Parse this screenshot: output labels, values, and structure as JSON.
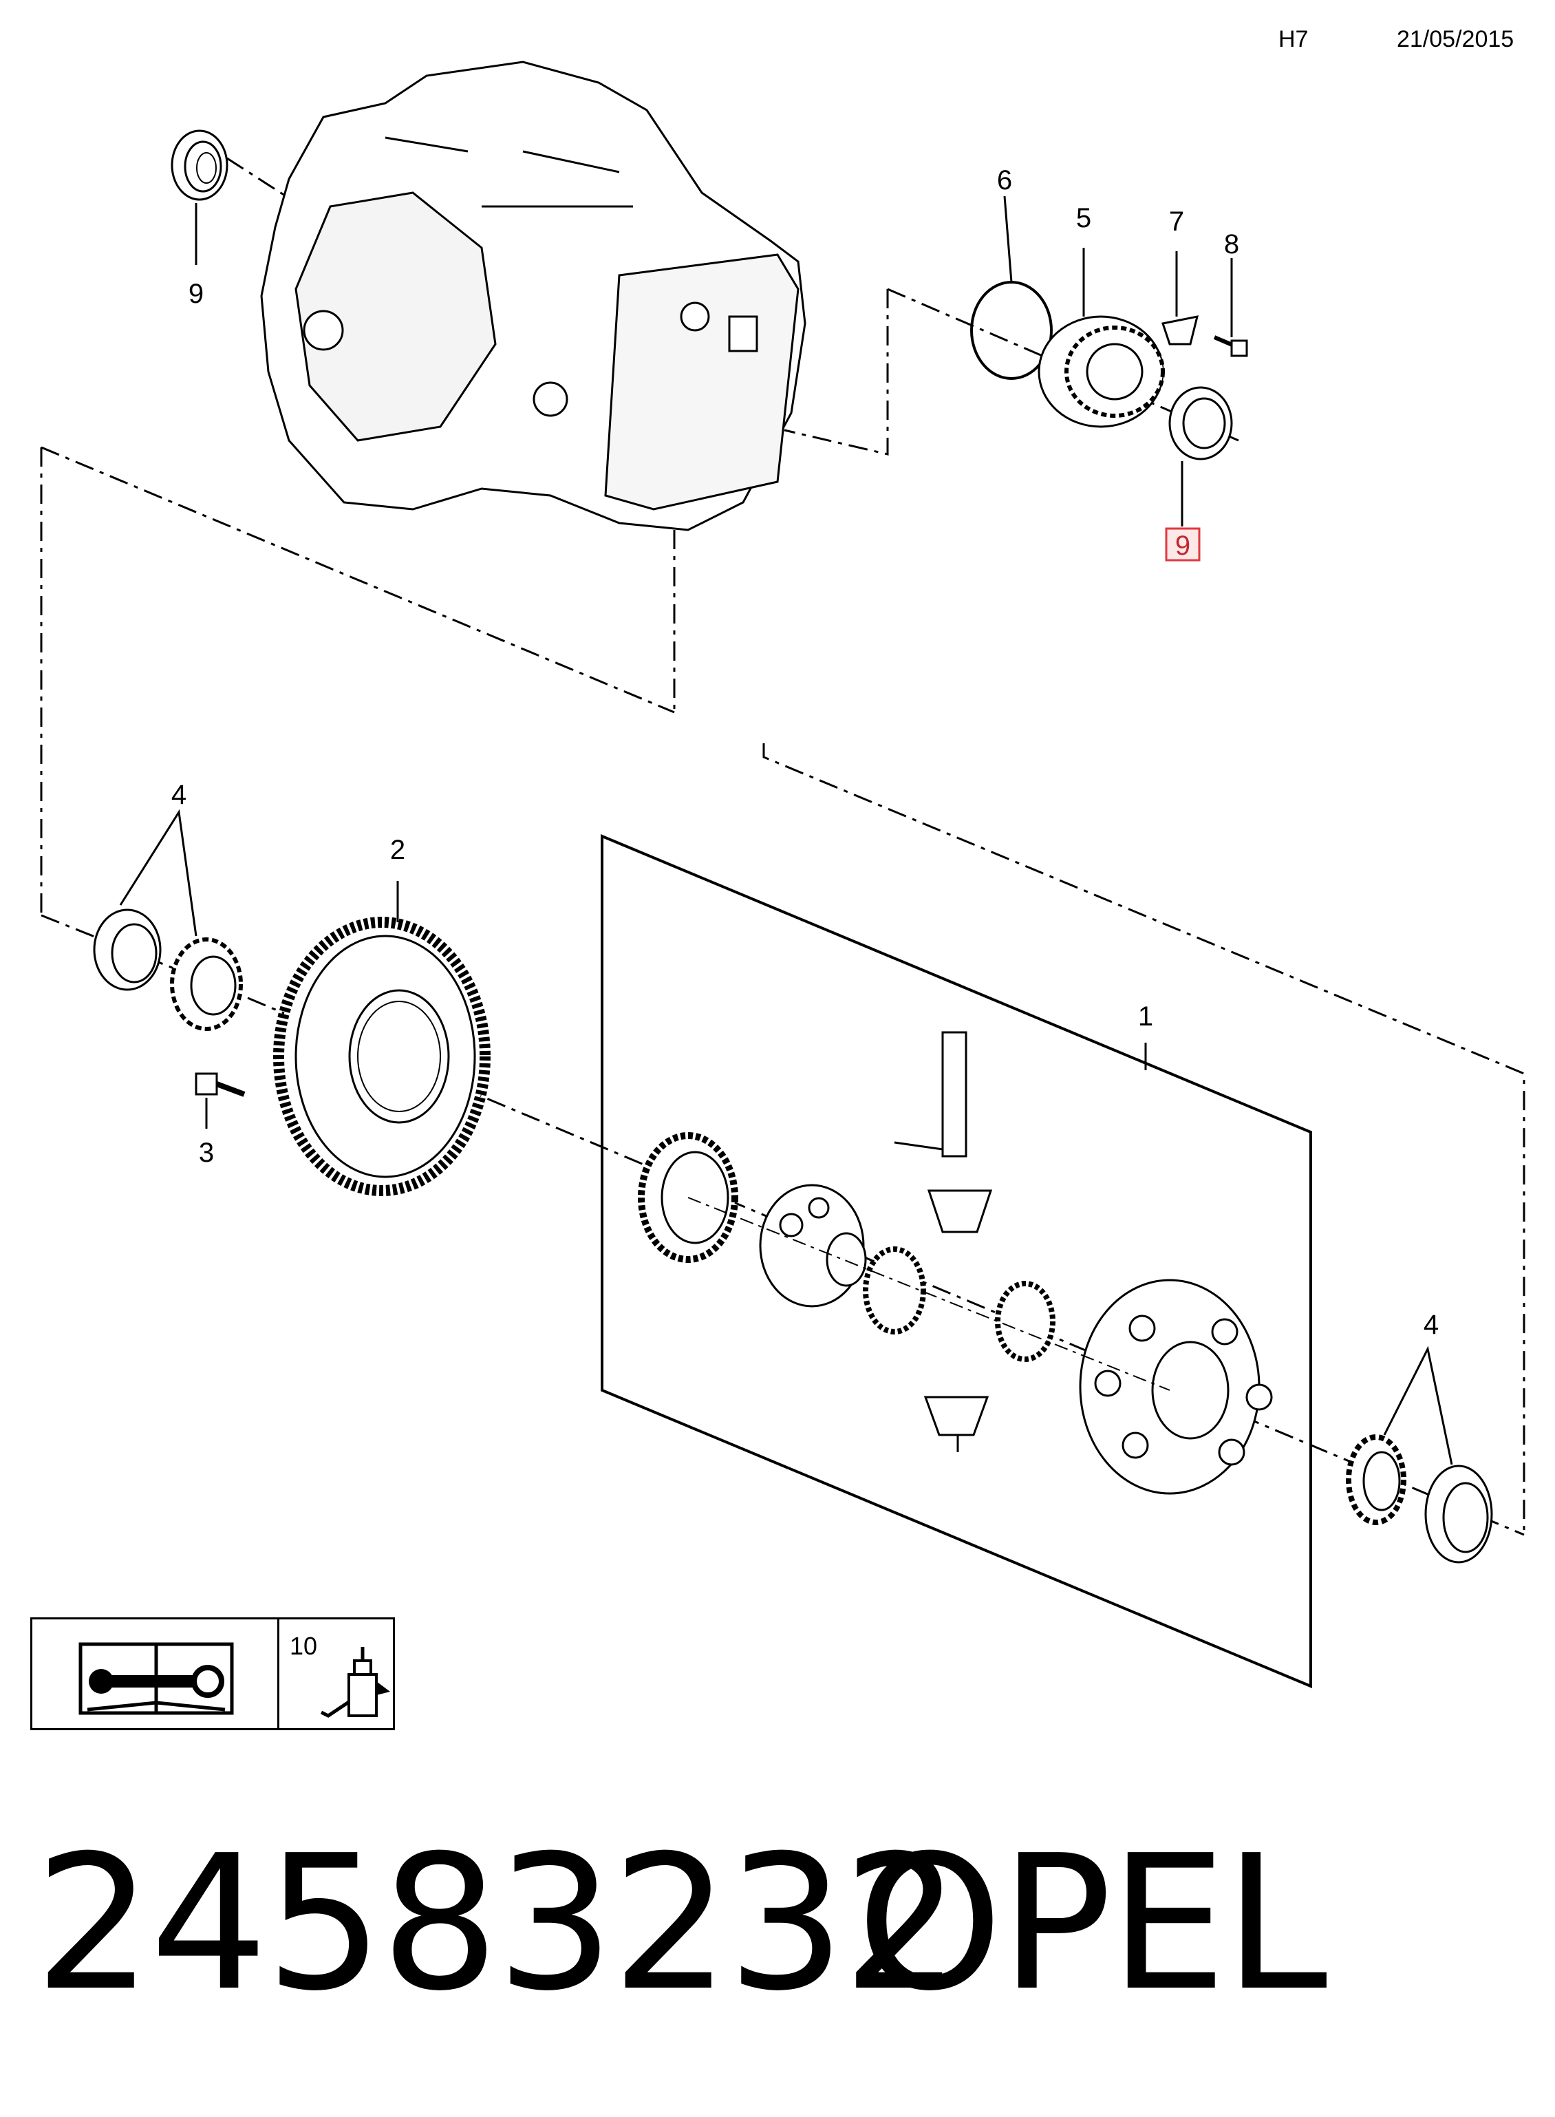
{
  "header": {
    "code": "H7",
    "date": "21/05/2015"
  },
  "callouts": {
    "c1": "1",
    "c2": "2",
    "c3": "3",
    "c4a": "4",
    "c4b": "4",
    "c5": "5",
    "c6": "6",
    "c7": "7",
    "c8": "8",
    "c9a": "9",
    "c9b": "9",
    "c10": "10"
  },
  "highlight": {
    "item": "9",
    "color": "#e0393e"
  },
  "icons": {
    "manual": "service-manual-wrench-book-icon",
    "lubricant": "lubricant-bottle-icon"
  },
  "footer": {
    "part_number": "24583232",
    "brand": "OPEL"
  }
}
